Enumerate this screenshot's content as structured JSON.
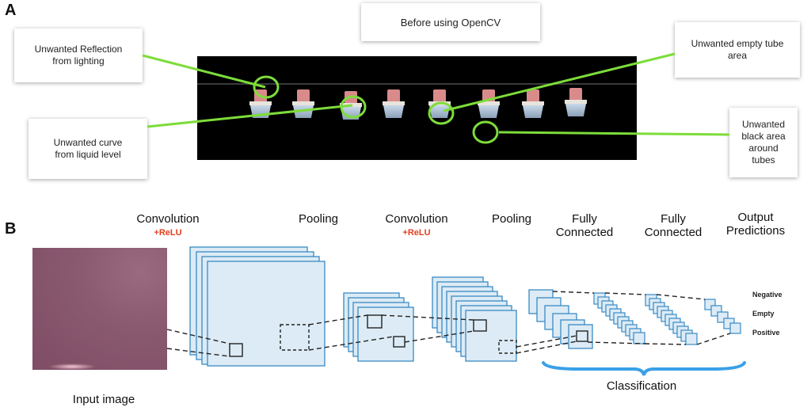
{
  "panel_a": {
    "letter": "A",
    "title": "Before using OpenCV",
    "callouts": {
      "reflection": "Unwanted Reflection\nfrom lighting",
      "curve": "Unwanted curve\nfrom liquid level",
      "empty_tube": "Unwanted empty tube\narea",
      "black_area": "Unwanted\nblack area\naround\ntubes"
    },
    "highlight_color": "#7ddc3a"
  },
  "panel_b": {
    "letter": "B",
    "stages": {
      "conv1": "Convolution",
      "conv1_act": "+ReLU",
      "pool1": "Pooling",
      "conv2": "Convolution",
      "conv2_act": "+ReLU",
      "pool2": "Pooling",
      "fc1": "Fully\nConnected",
      "fc2": "Fully\nConnected",
      "output": "Output\nPredictions"
    },
    "outputs": [
      "Negative",
      "Empty",
      "Positive"
    ],
    "input_label": "Input image",
    "classification_label": "Classification",
    "layer_color": "#3a8ac4",
    "layer_fill": "#dcebf5",
    "brace_color": "#3aa0e8"
  }
}
